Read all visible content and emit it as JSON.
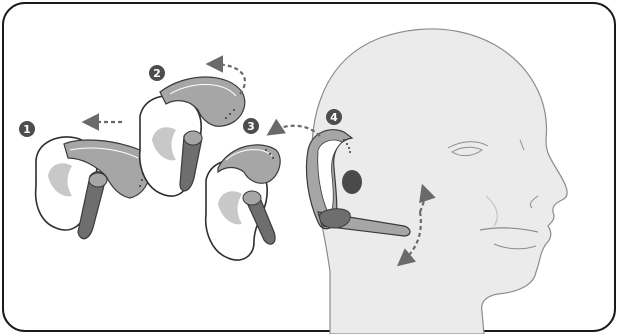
{
  "figure": {
    "steps": [
      {
        "number": "1"
      },
      {
        "number": "2"
      },
      {
        "number": "3"
      },
      {
        "number": "4"
      }
    ]
  },
  "colors": {
    "frame": "#1a1a1a",
    "headset_body": "#a6a6a6",
    "headset_dark": "#6e6e6e",
    "ear_fill": "#ffffff",
    "ear_inner": "#c8c8c8",
    "head_fill": "#ebebeb",
    "head_stroke": "#8c8c8c",
    "arrow": "#6a6a6a",
    "badge": "#4d4d4d"
  }
}
